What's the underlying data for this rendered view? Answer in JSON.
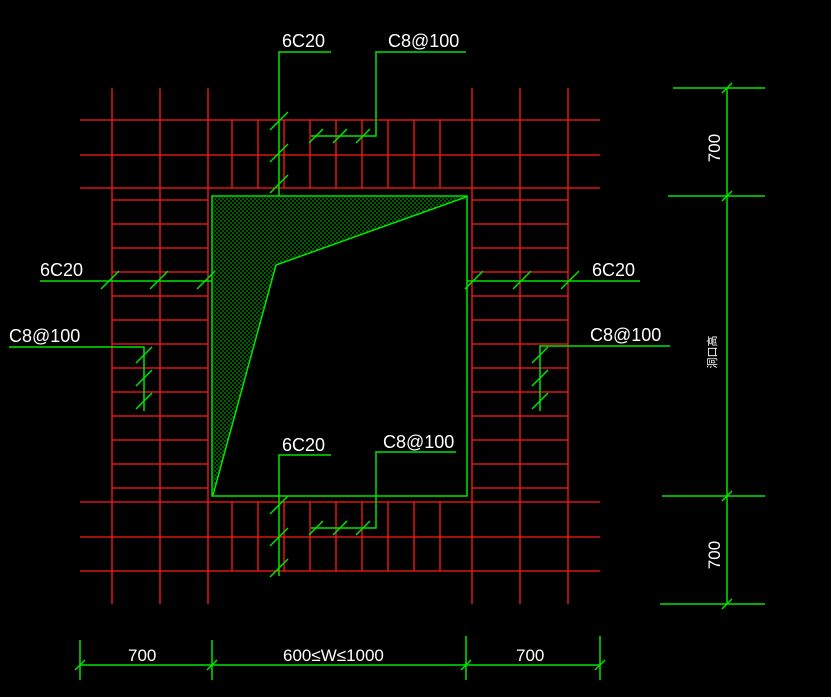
{
  "labels": {
    "top_main": "6C20",
    "top_stirrup": "C8@100",
    "left_main": "6C20",
    "left_stirrup": "C8@100",
    "right_main": "6C20",
    "right_stirrup": "C8@100",
    "bottom_main": "6C20",
    "bottom_stirrup": "C8@100"
  },
  "dimensions": {
    "left_width": "700",
    "opening_width": "600≤W≤1000",
    "right_width": "700",
    "top_height": "700",
    "bottom_height": "700",
    "middle_height": "洞口高"
  },
  "colors": {
    "background": "#000000",
    "rebar": "#ff1a1a",
    "annotation": "#00e600",
    "text": "#ffffff"
  }
}
